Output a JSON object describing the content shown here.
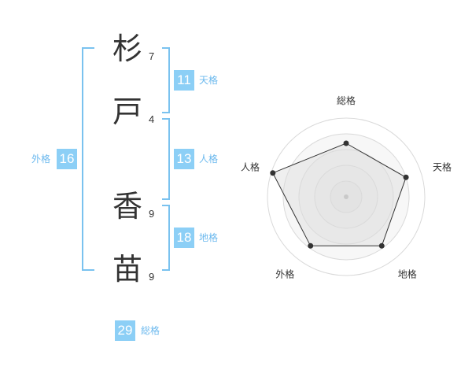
{
  "name": {
    "chars": [
      {
        "char": "杉",
        "strokes": "7"
      },
      {
        "char": "戸",
        "strokes": "4"
      },
      {
        "char": "香",
        "strokes": "9"
      },
      {
        "char": "苗",
        "strokes": "9"
      }
    ]
  },
  "fortunes": {
    "tenkaku": {
      "value": "11",
      "label": "天格"
    },
    "jinkaku": {
      "value": "13",
      "label": "人格"
    },
    "chikaku": {
      "value": "18",
      "label": "地格"
    },
    "gaikaku": {
      "value": "16",
      "label": "外格"
    },
    "soukaku": {
      "value": "29",
      "label": "総格"
    }
  },
  "chart_data": {
    "type": "radar",
    "axes": [
      "総格",
      "天格",
      "地格",
      "外格",
      "人格"
    ],
    "values": [
      0.68,
      0.8,
      0.77,
      0.77,
      0.98
    ],
    "max": 1.0
  }
}
